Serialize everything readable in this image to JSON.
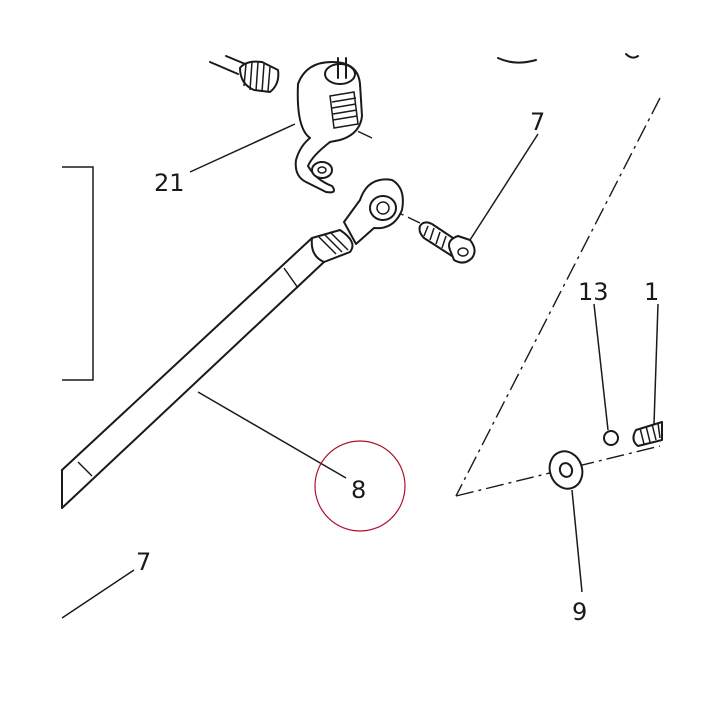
{
  "callouts": {
    "p21": "21",
    "p7_top": "7",
    "p13": "13",
    "p1": "1",
    "p8": "8",
    "p9": "9",
    "p7_bottom": "7"
  },
  "colors": {
    "ink": "#1a1a1a",
    "highlight_circle": "#b01030",
    "background": "#ffffff"
  }
}
